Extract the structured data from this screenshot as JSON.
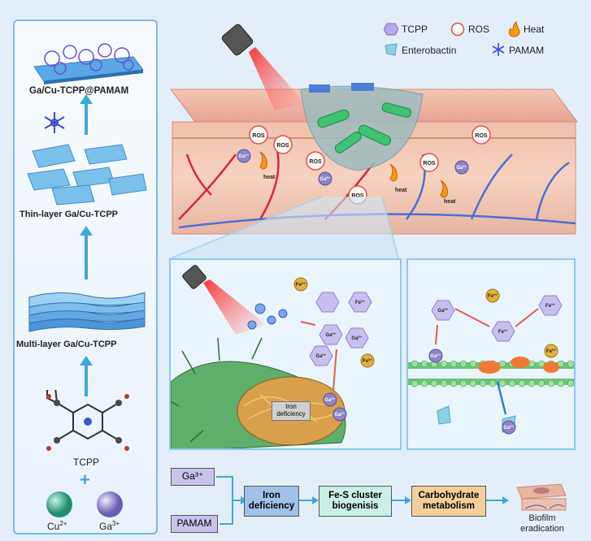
{
  "left_panel": {
    "top_label": "Ga/Cu-TCPP@PAMAM",
    "thin_label": "Thin-layer Ga/Cu-TCPP",
    "multi_label": "Multi-layer Ga/Cu-TCPP",
    "tcpp_label": "TCPP",
    "plus": "+",
    "cu_label": "Cu",
    "cu_sup": "2+",
    "ga_label": "Ga",
    "ga_sup": "3+"
  },
  "legend": {
    "tcpp": "TCPP",
    "ros": "ROS",
    "heat": "Heat",
    "enterobactin": "Enterobactin",
    "pamam": "PAMAM"
  },
  "skin": {
    "ros_label": "ROS",
    "heat_label": "heat",
    "ga_label": "Ga³⁺"
  },
  "inset_mid": {
    "iron_deficiency": "Iron deficiency",
    "ga_label": "Ga³⁺",
    "fe_label": "Fe³⁺"
  },
  "inset_right": {
    "ga_label": "Ga³⁺",
    "fe_label": "Fe³⁺"
  },
  "flow": {
    "ga_input": "Ga³⁺",
    "pamam_input": "PAMAM",
    "step1": "Iron deficiency",
    "step2": "Fe-S cluster biogenisis",
    "step3": "Carbohydrate metabolism",
    "result": "Biofilm eradication"
  }
}
